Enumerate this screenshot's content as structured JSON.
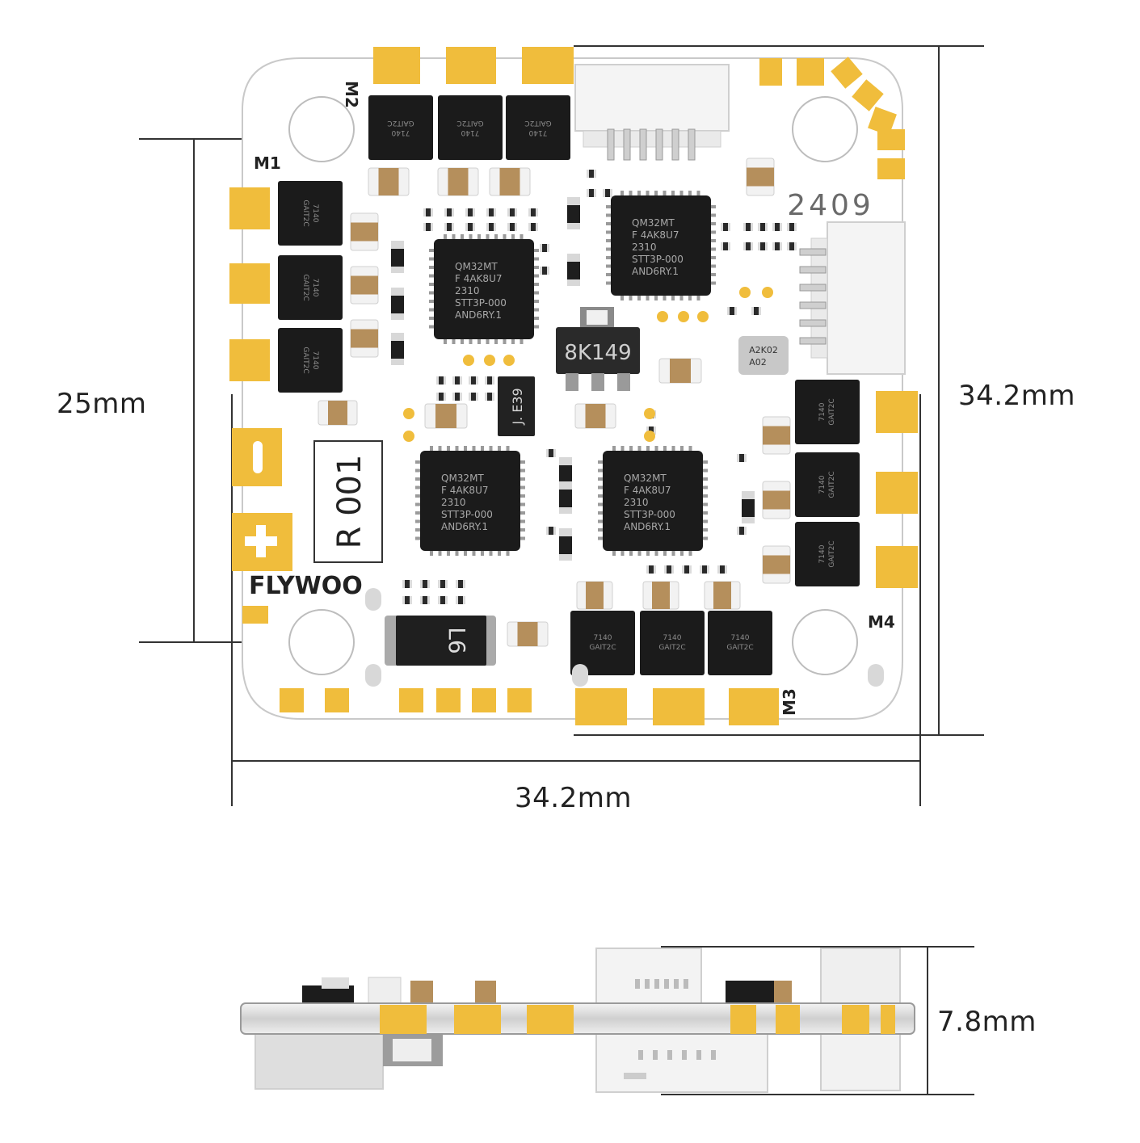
{
  "dimensions": {
    "width_label": "34.2mm",
    "height_label": "34.2mm",
    "mount_spacing_label": "25mm",
    "thickness_label": "7.8mm"
  },
  "board": {
    "brand": "FLYWOO",
    "revision": "R 001",
    "date_code": "2409",
    "motor_labels": [
      "M1",
      "M2",
      "M3",
      "M4"
    ],
    "mosfet_marking": [
      "7140",
      "GAIT2C"
    ],
    "mcu_marking": [
      "QM32MT",
      "F 4AK8U7",
      "2310",
      "STT3P-000",
      "AND6RY.1"
    ],
    "regulator_marking": "8K149",
    "sot_marking": "J. E39",
    "sensor_marking": [
      "A2K02",
      "A02"
    ],
    "inductor_marking": "L6"
  },
  "colors": {
    "pad_gold": "#f0bd3c",
    "ic_black": "#1b1b1b",
    "board_white": "#ffffff",
    "outline": "#c9c9c9",
    "cap_tan": "#b58f5c",
    "dim_line": "#333333"
  }
}
